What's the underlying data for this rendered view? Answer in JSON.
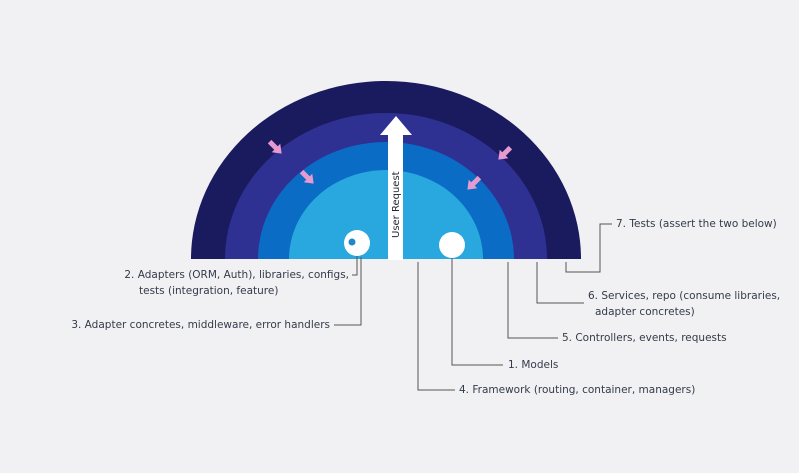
{
  "diagram": {
    "arrow_label": "User Request",
    "colors": {
      "background": "#f1f1f3",
      "ring_outer": "#1a1a5e",
      "ring_second": "#2e3192",
      "ring_third": "#0a6cc4",
      "core": "#29a8e0",
      "pink_arrow": "#e69bd0",
      "connector": "#555555"
    },
    "labels": {
      "tests": "7. Tests (assert the two below)",
      "adapters_line1": "2. Adapters (ORM, Auth), libraries, configs,",
      "adapters_line2": "tests (integration, feature)",
      "services_line1": "6. Services, repo (consume libraries,",
      "services_line2": "adapter concretes)",
      "adapter_concretes": "3. Adapter concretes, middleware, error handlers",
      "controllers": "5. Controllers, events, requests",
      "models": "1. Models",
      "framework": "4. Framework (routing, container, managers)"
    }
  }
}
